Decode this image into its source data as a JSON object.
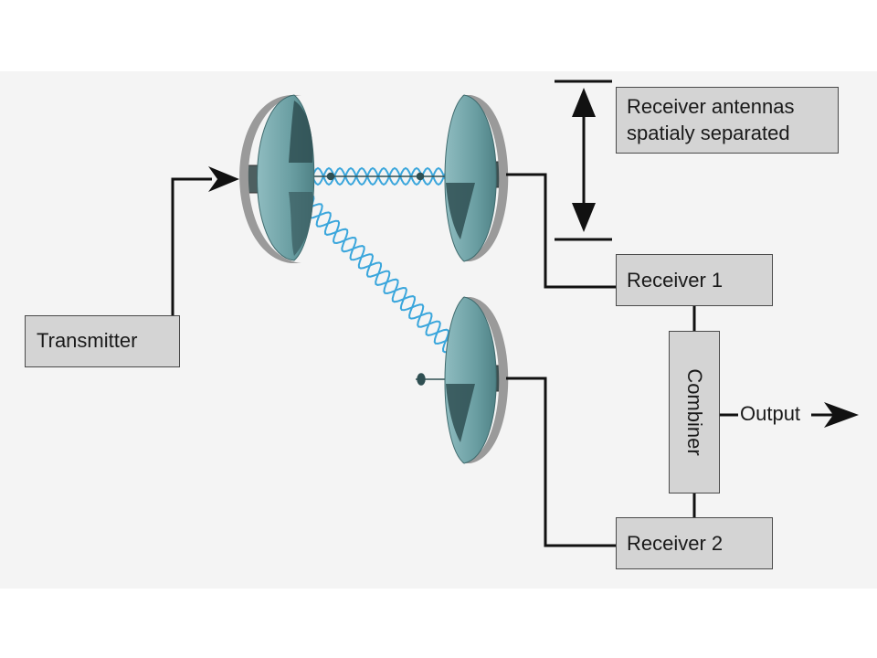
{
  "nodes": {
    "transmitter": "Transmitter",
    "receiver1": "Receiver 1",
    "receiver2": "Receiver 2",
    "combiner": "Combiner",
    "output": "Output"
  },
  "annotation": {
    "line1": "Receiver antennas",
    "line2": "spatialy separated"
  },
  "colors": {
    "dish_face": "#6b9fa3",
    "dish_dark": "#2f4f52",
    "dish_rim": "#8a8a8a",
    "wave": "#3aa6dc",
    "box_fill": "#d4d4d4"
  },
  "icons": [
    "transmit-dish-icon",
    "receive-dish-icon",
    "radio-wave-icon",
    "arrow-icon"
  ]
}
